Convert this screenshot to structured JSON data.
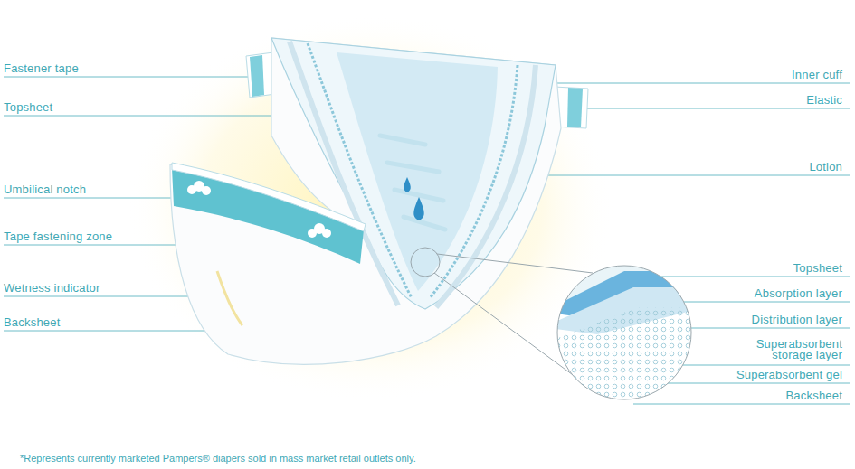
{
  "diagram": {
    "caption": "*Represents currently marketed Pampers® diapers sold in mass market retail outlets only.",
    "labels": [
      "Fastener tape",
      "Topsheet",
      "Umbilical notch",
      "Tape fastening zone",
      "Wetness indicator",
      "Backsheet",
      "Inner cuff",
      "Elastic",
      "Lotion",
      "Topsheet",
      "Absorption layer",
      "Distribution layer",
      "Superabsorbent storage layer",
      "Superabsorbent gel",
      "Backsheet"
    ]
  }
}
